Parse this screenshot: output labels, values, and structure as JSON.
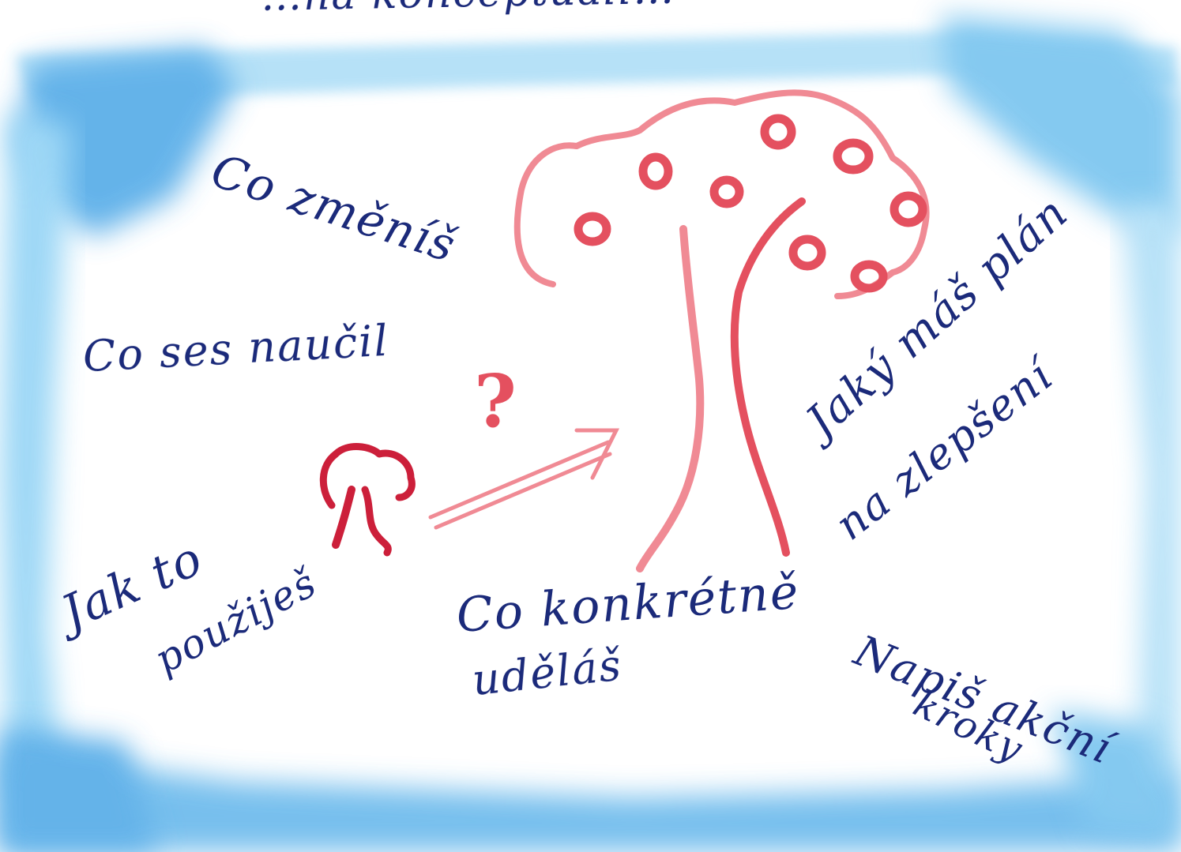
{
  "colors": {
    "ink": "#1b2a7a",
    "tree": "#e4505f",
    "tree_light": "#f08a94",
    "small_tree": "#cc1f3a",
    "watercolor": "#5fb4ea",
    "watercolor_light": "#a9dcf6"
  },
  "labels": {
    "title": "…ná konceptuali…",
    "change": "Co změníš",
    "learned": "Co ses naučil",
    "use_line1": "Jak to",
    "use_line2": "použiješ",
    "do_line1": "Co konkrétně",
    "do_line2": "uděláš",
    "plan_line1": "Jaký máš plán",
    "plan_line2": "na zlepšení",
    "steps_line1": "Napiš akční",
    "steps_line2": "kroky",
    "question": "?"
  }
}
